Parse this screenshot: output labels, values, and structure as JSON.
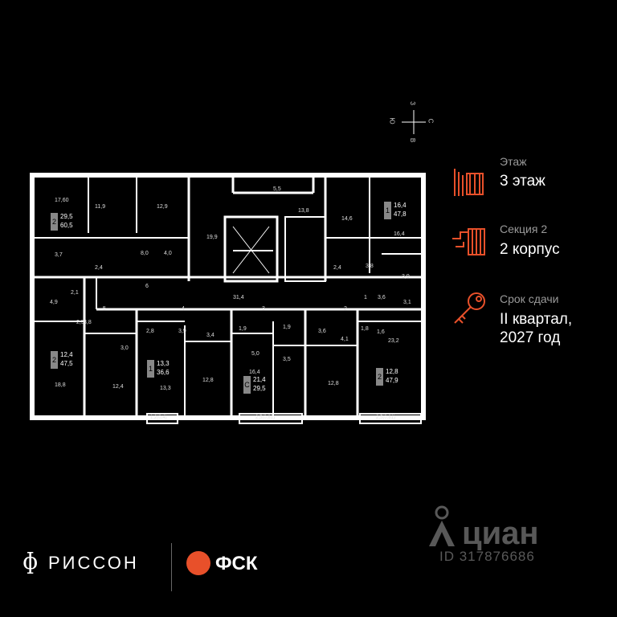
{
  "info": {
    "floor_label": "Этаж",
    "floor_value": "3 этаж",
    "section_label": "Секция 2",
    "section_value": "2 корпус",
    "deadline_label": "Срок сдачи",
    "deadline_line1": "II квартал,",
    "deadline_line2": "2027 год",
    "accent_color": "#e8502a"
  },
  "compass": {
    "n": "З",
    "s": "В",
    "w": "Ю",
    "e": "С"
  },
  "rooms": [
    "17,60",
    "11,9",
    "12,9",
    "5,5",
    "13,8",
    "14,6",
    "16,4",
    "19,9",
    "3,7",
    "2,4",
    "8,0",
    "4,0",
    "2,4",
    "3,8",
    "3,9",
    "31,4",
    "6",
    "2,1",
    "4,9",
    "5",
    "4",
    "3",
    "2",
    "1",
    "3,6",
    "3,1",
    "2,5",
    "3,8",
    "2,8",
    "3,9",
    "3,4",
    "1,9",
    "1,9",
    "3,6",
    "1,8",
    "1,6",
    "3,0",
    "5,0",
    "3,5",
    "4,1",
    "23,2",
    "18,8",
    "12,4",
    "13,3",
    "12,8",
    "16,4",
    "12,8"
  ],
  "apartments": [
    {
      "rooms": "2",
      "living": "29,5",
      "total": "60,5"
    },
    {
      "rooms": "1",
      "living": "16,4",
      "total": "47,8"
    },
    {
      "rooms": "2",
      "living": "12,4",
      "total": "47,5"
    },
    {
      "rooms": "1",
      "living": "13,3",
      "total": "36,6"
    },
    {
      "rooms": "С",
      "living": "21,4",
      "total": "29,5"
    },
    {
      "rooms": "2",
      "living": "12,8",
      "total": "47,9"
    }
  ],
  "balconies": [
    "1,2(0,4)",
    "2,5(0,81)",
    "2,5(0,81)"
  ],
  "brand_left": "РИССОН",
  "brand_right": "ФСК",
  "watermark": {
    "name": "циан",
    "id": "ID 317876686"
  }
}
